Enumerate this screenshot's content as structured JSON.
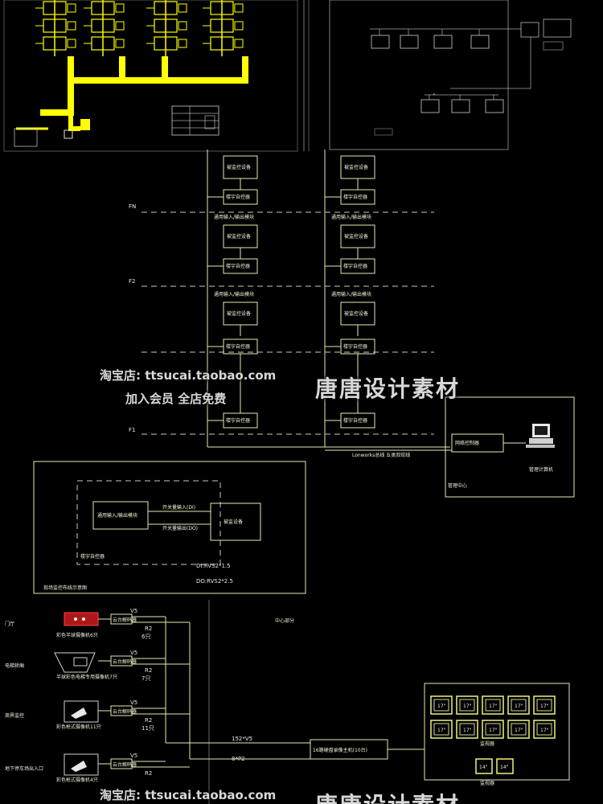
{
  "watermark": {
    "shop_line": "淘宝店: ttsucai.taobao.com",
    "member_line": "加入会员 全店免费",
    "brand": "唐唐设计素材"
  },
  "riser": {
    "floor_labels": [
      "FN",
      "F2",
      "F1"
    ],
    "terminal_device": "被监控设备",
    "controller": "楼宇自控器",
    "io_module": "通用输入/输出模块",
    "bus_label": "Lonworks总线   五类双绞线",
    "network_controller": "网络控制器",
    "computer": "管理计算机",
    "center": "管理中心"
  },
  "detail": {
    "io_module": "通用输入/输出模块",
    "switch_in": "开关量输入(DI)",
    "switch_out": "开关量输出(DO)",
    "device": "被监设备",
    "controller": "楼宇自控器",
    "cable_di": "DI:RVS2*1.5",
    "cable_do": "DO:RVS2*2.5",
    "caption": "现场监控布线示意图"
  },
  "cctv": {
    "center_label": "中心部分",
    "cable_video": "V5",
    "cable_ctrl": "R2",
    "rows": [
      {
        "left": "门厅",
        "cam": "彩色半球摄像机6只",
        "count": "6只"
      },
      {
        "left": "电梯轿厢",
        "cam": "半球彩色电梯专用摄像机7只",
        "count": "7只"
      },
      {
        "left": "周界监控",
        "cam": "彩色枪式摄像机11只",
        "count": "11只"
      },
      {
        "left": "地下停车场出入口",
        "cam": "彩色枪式摄像机4只",
        "count": ""
      }
    ],
    "decoder": "云台解码器",
    "host_cable_video": "152*V5",
    "host_cable_ctrl": "8*P2",
    "host": "16路硬盘录像主机(10台)",
    "monitor_size": "17\"",
    "monitor_small": "14\"",
    "monitor_wall": "监视器",
    "small_label": "监视器"
  }
}
